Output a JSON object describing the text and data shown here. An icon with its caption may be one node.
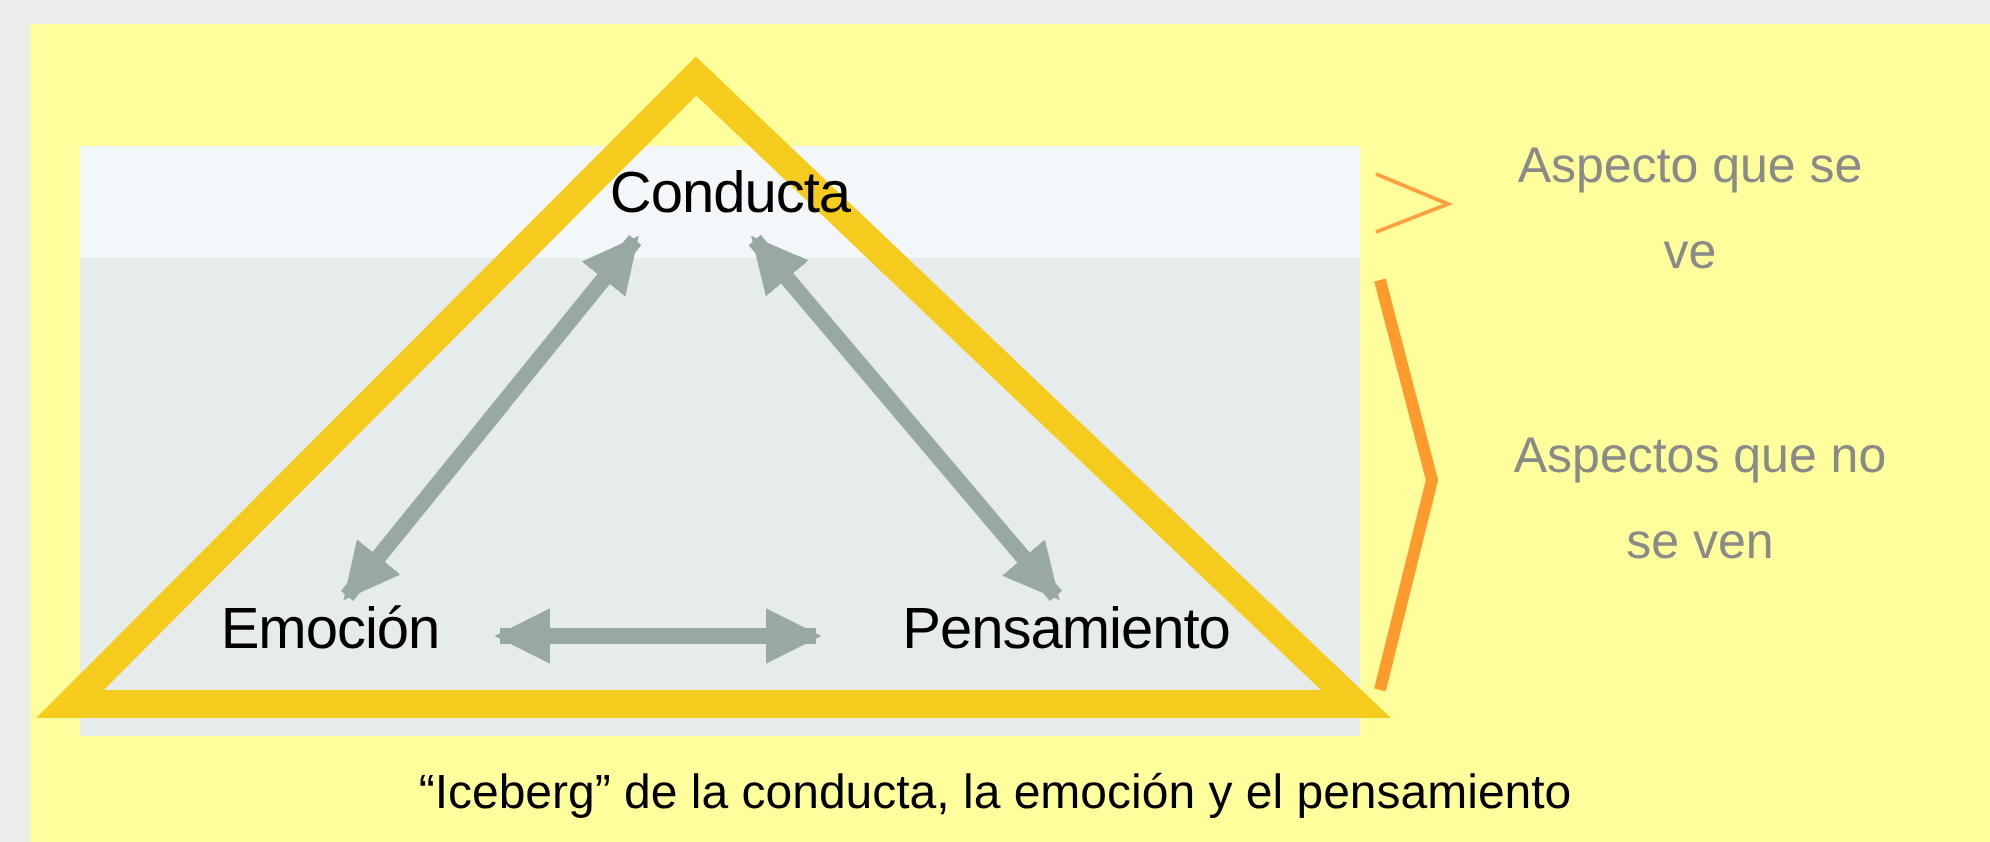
{
  "diagram": {
    "caption": "“Iceberg” de la conducta, la emoción y el pensamiento",
    "nodes": [
      {
        "text": [
          "Conducta"
        ]
      },
      {
        "text": [
          "Emoción"
        ]
      },
      {
        "text": [
          "Pensamiento"
        ]
      }
    ],
    "edges": [
      {
        "from": 0,
        "to": 1,
        "arrow": "both"
      },
      {
        "from": 0,
        "to": 2,
        "arrow": "both"
      },
      {
        "from": 1,
        "to": 2,
        "arrow": "both"
      }
    ],
    "labels": [
      "Aspecto que se ve",
      "Aspectos que no se ven"
    ]
  }
}
